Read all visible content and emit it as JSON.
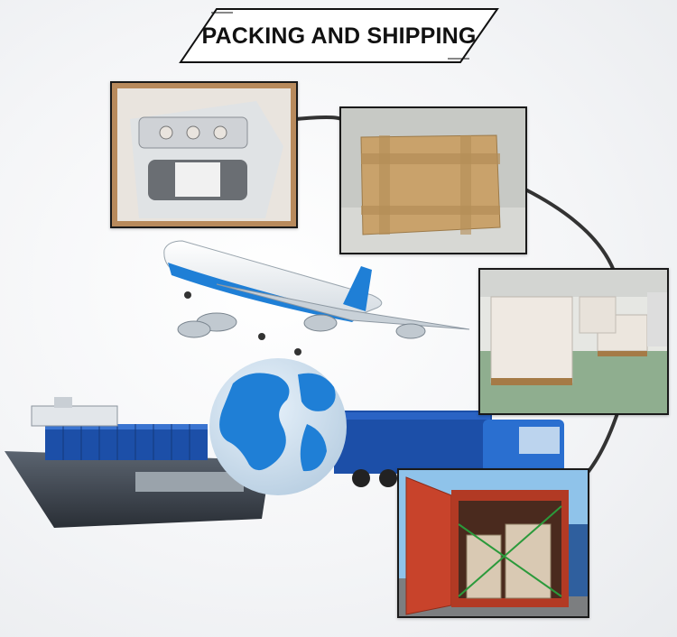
{
  "banner": {
    "title": "PACKING AND SHIPPING"
  },
  "colors": {
    "accent_blue": "#1f7fd6",
    "container_blue": "#1c4fa8",
    "box_brown": "#c9a26b",
    "container_red": "#c8432b"
  },
  "photos": [
    {
      "name": "parts-in-bag-photo",
      "subject": "exhaust manifold in plastic bag"
    },
    {
      "name": "cardboard-box-photo",
      "subject": "sealed cardboard box"
    },
    {
      "name": "warehouse-pallets-photo",
      "subject": "wrapped pallets in warehouse"
    },
    {
      "name": "container-loading-photo",
      "subject": "loaded shipping container"
    }
  ],
  "illustrations": [
    "airplane",
    "globe",
    "cargo-ship",
    "truck"
  ]
}
